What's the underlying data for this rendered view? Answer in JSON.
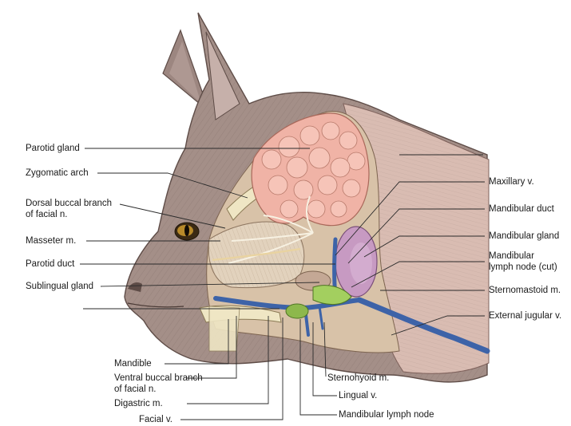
{
  "figure": {
    "colors": {
      "fur": "#a48f88",
      "fur_dark": "#6d5a54",
      "parotid": "#f0b3a6",
      "mandibular_gland": "#c79ac2",
      "vein": "#3d63a8",
      "lymph_node": "#8db84c",
      "muscle": "#e2d2bd",
      "bone": "#efe6c4",
      "nerve": "#f3ecda",
      "leader_line": "#2a2a2a"
    },
    "labels_left": {
      "parotid_gland": "Parotid gland",
      "zygomatic_arch": "Zygomatic arch",
      "dorsal_buccal_branch": "Dorsal buccal branch\nof facial n.",
      "masseter": "Masseter m.",
      "parotid_duct": "Parotid duct",
      "sublingual_gland": "Sublingual gland"
    },
    "labels_bottom": {
      "mandible": "Mandible",
      "ventral_buccal_branch": "Ventral buccal branch\nof facial n.",
      "digastric": "Digastric m.",
      "facial_v": "Facial v.",
      "sternohyoid": "Sternohyoid m.",
      "lingual_v": "Lingual v.",
      "mandibular_lymph_node": "Mandibular lymph node"
    },
    "labels_right": {
      "maxillary_v": "Maxillary v.",
      "mandibular_duct": "Mandibular duct",
      "mandibular_gland": "Mandibular gland",
      "mandibular_lymph_node_cut": "Mandibular\nlymph node (cut)",
      "sternomastoid": "Sternomastoid m.",
      "external_jugular_v": "External jugular v."
    }
  }
}
